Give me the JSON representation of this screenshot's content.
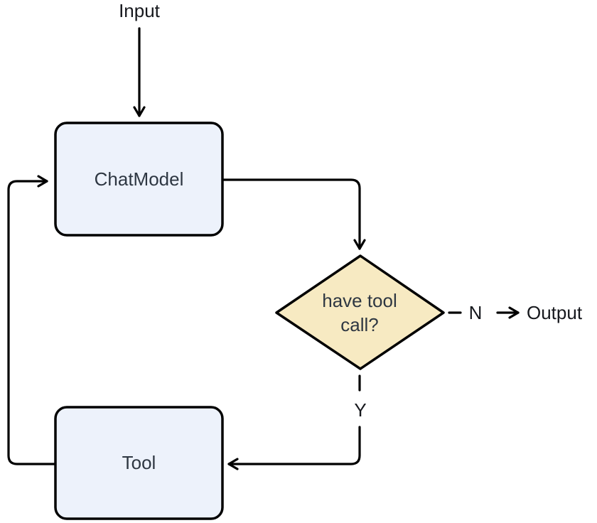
{
  "diagram": {
    "type": "flowchart",
    "nodes": {
      "input_label": "Input",
      "chat_model": "ChatModel",
      "decision_line1": "have tool",
      "decision_line2": "call?",
      "tool": "Tool",
      "output_label": "Output"
    },
    "edge_labels": {
      "no": "N",
      "yes": "Y"
    },
    "edges": [
      "Input -> ChatModel",
      "ChatModel -> have tool call?",
      "have tool call? -N-> Output",
      "have tool call? -Y-> Tool",
      "Tool -> ChatModel"
    ],
    "colors": {
      "background": "#ffffff",
      "node_fill": "#edf2fb",
      "decision_fill": "#f7eac2",
      "line": "#000000",
      "node_text": "#2e3742",
      "label_text": "#16181d"
    }
  }
}
